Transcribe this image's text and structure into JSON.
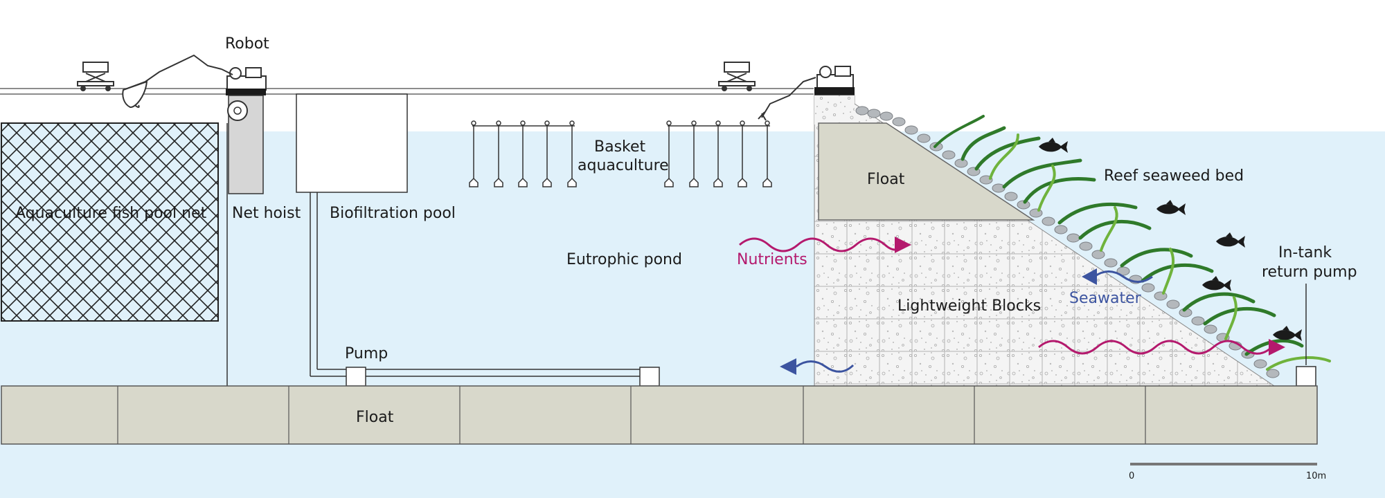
{
  "labels": {
    "robot": "Robot",
    "basket_line1": "Basket",
    "basket_line2": "aquaculture",
    "float_upper": "Float",
    "reef": "Reef seaweed bed",
    "fish_net": "Aquaculture fish pool net",
    "net_hoist": "Net hoist",
    "biofiltration": "Biofiltration pool",
    "eutrophic": "Eutrophic pond",
    "nutrients": "Nutrients",
    "seawater": "Seawater",
    "lightweight_blocks": "Lightweight Blocks",
    "pump": "Pump",
    "float_lower": "Float",
    "intank_line1": "In-tank",
    "intank_line2": "return pump"
  },
  "scale_bar": {
    "start": "0",
    "end": "10m"
  },
  "colors": {
    "water": "#e0f1fa",
    "float": "#d8d8cb",
    "nutrients": "#b4196d",
    "seawater": "#3c54a0",
    "seaweed": "#2f7a2a",
    "seaweed_light": "#6fb33c",
    "stone": "#9aa0a6",
    "block_grid": "#c9c9c9"
  },
  "icons": [
    "robot-icon",
    "cart-icon",
    "net-hoist-reel-icon",
    "fish-icon",
    "seaweed-icon",
    "pump-icon",
    "basket-icon"
  ]
}
